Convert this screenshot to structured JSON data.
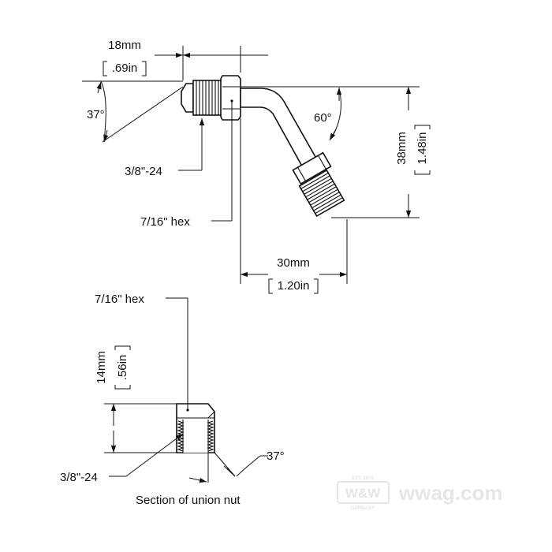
{
  "fitting": {
    "dim_length_mm": "18mm",
    "dim_length_in": ".69in",
    "flare_angle": "37°",
    "bend_angle": "60°",
    "dim_height_mm": "38mm",
    "dim_height_in": "1.48in",
    "dim_width_mm": "30mm",
    "dim_width_in": "1.20in",
    "thread_label": "3/8\"-24",
    "hex_label": "7/16\" hex"
  },
  "union_nut": {
    "hex_label": "7/16\" hex",
    "dim_length_mm": "14mm",
    "dim_length_in": ".56in",
    "thread_label": "3/8\"-24",
    "seat_angle": "37°",
    "caption": "Section of union nut"
  },
  "watermark": {
    "logo": "W&W",
    "site": "wwag.com",
    "est": "EST. 1979",
    "origin": "GERMANY"
  }
}
